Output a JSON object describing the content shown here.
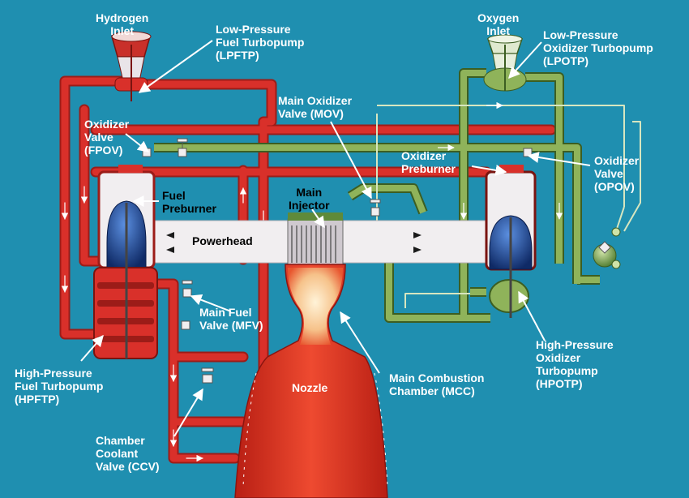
{
  "colors": {
    "background": "#1f8fb0",
    "fuel_pipe": "#d9302a",
    "fuel_pipe_dark": "#9c1c18",
    "oxidizer_pipe": "#5f8a3a",
    "oxidizer_pipe_light": "#a8c47a",
    "oxidizer_pipe_dark": "#3c5e22",
    "powerhead": "#f1eef0",
    "nozzle": "#d8301f",
    "combustion_glow": "#f6d7a2",
    "turbopump_blue": "#1a3d8a",
    "label_text": "#ffffff"
  },
  "labels": {
    "hydrogen_inlet": "Hydrogen\nInlet",
    "lpftp": "Low-Pressure\nFuel Turbopump\n(LPFTP)",
    "oxygen_inlet": "Oxygen\nInlet",
    "lpotp": "Low-Pressure\nOxidizer Turbopump\n(LPOTP)",
    "mov": "Main Oxidizer\nValve (MOV)",
    "fpov": "Oxidizer\nValve\n(FPOV)",
    "oxidizer_preburner": "Oxidizer\nPreburner",
    "opov": "Oxidizer\nValve\n(OPOV)",
    "fuel_preburner": "Fuel\nPreburner",
    "main_injector": "Main\nInjector",
    "powerhead": "Powerhead",
    "mfv": "Main Fuel\nValve (MFV)",
    "hpftp": "High-Pressure\nFuel Turbopump\n(HPFTP)",
    "hpotp": "High-Pressure\nOxidizer\nTurbopump\n(HPOTP)",
    "mcc": "Main Combustion\nChamber (MCC)",
    "nozzle": "Nozzle",
    "ccv": "Chamber\nCoolant\nValve (CCV)"
  }
}
